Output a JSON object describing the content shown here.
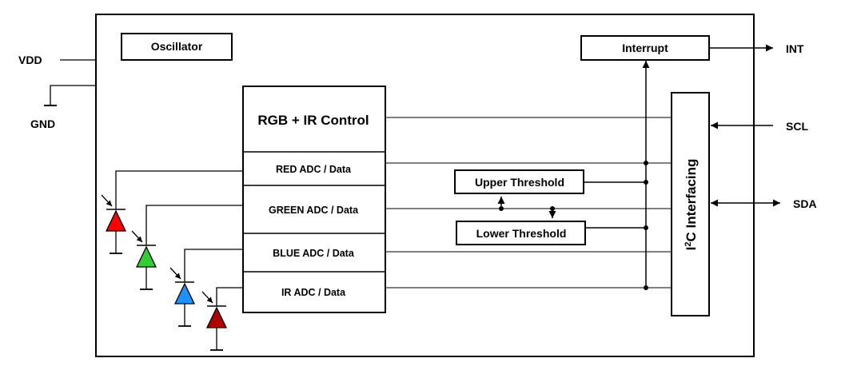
{
  "pins": {
    "vdd": "VDD",
    "gnd": "GND",
    "int": "INT",
    "scl": "SCL",
    "sda": "SDA"
  },
  "blocks": {
    "oscillator": "Oscillator",
    "interrupt": "Interrupt",
    "control": "RGB + IR Control",
    "red_adc": "RED ADC / Data",
    "green_adc": "GREEN ADC / Data",
    "blue_adc": "BLUE ADC / Data",
    "ir_adc": "IR ADC / Data",
    "upper_threshold": "Upper Threshold",
    "lower_threshold": "Lower Threshold",
    "i2c_superscript": "2",
    "i2c_rest": "C Interfacing",
    "i2c_prefix": "I"
  },
  "colors": {
    "red_photodiode": "#ff0000",
    "green_photodiode": "#33cc33",
    "blue_photodiode": "#1e90ff",
    "ir_photodiode": "#b00000"
  }
}
